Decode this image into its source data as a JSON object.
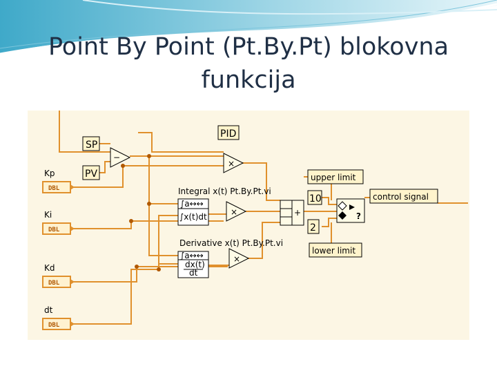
{
  "slide": {
    "title_line1": "Point By Point (Pt.By.Pt) blokovna",
    "title_line2": "funkcija"
  },
  "diagram": {
    "controls": {
      "sp": "SP",
      "pv": "PV",
      "pid": "PID"
    },
    "inputs": [
      {
        "label": "Kp",
        "type": "DBL"
      },
      {
        "label": "Ki",
        "type": "DBL"
      },
      {
        "label": "Kd",
        "type": "DBL"
      },
      {
        "label": "dt",
        "type": "DBL"
      }
    ],
    "subvis": {
      "integral_label": "Integral x(t) Pt.By.Pt.vi",
      "integral_body": "∫x(t)dt",
      "derivative_label": "Derivative x(t) Pt.By.Pt.vi",
      "derivative_num": "dx(t)",
      "derivative_den": "dt"
    },
    "indicators": {
      "upper_limit": "upper limit",
      "lower_limit": "lower limit",
      "control_signal": "control signal"
    },
    "constants": {
      "upper_value": "10",
      "lower_value": "2"
    },
    "colors": {
      "wire": "#e0902c",
      "panel": "#fcf6e4",
      "block_outline": "#000000"
    }
  }
}
